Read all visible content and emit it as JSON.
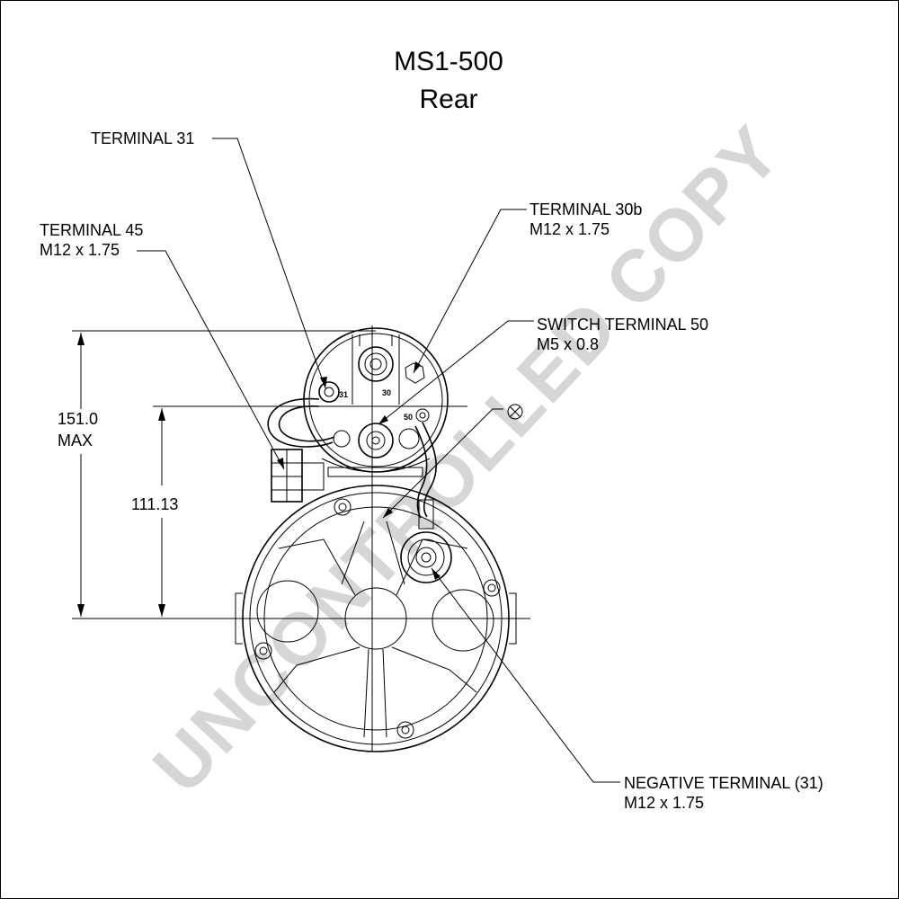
{
  "title": {
    "model": "MS1-500",
    "view": "Rear"
  },
  "watermark": "UNCONTROLLED COPY",
  "callouts": {
    "terminal_31": {
      "line1": "TERMINAL 31"
    },
    "terminal_45": {
      "line1": "TERMINAL 45",
      "line2": "M12 x 1.75"
    },
    "terminal_30b": {
      "line1": "TERMINAL 30b",
      "line2": "M12 x 1.75"
    },
    "switch_terminal_50": {
      "line1": "SWITCH TERMINAL 50",
      "line2": "M5 x 0.8"
    },
    "negative_terminal": {
      "line1": "NEGATIVE TERMINAL (31)",
      "line2": "M12 x 1.75"
    }
  },
  "dimensions": {
    "overall": {
      "value": "151.0",
      "qualifier": "MAX"
    },
    "centerline": {
      "value": "111.13"
    }
  },
  "part_marks": {
    "mark_31": "31",
    "mark_30": "30",
    "mark_50": "50"
  },
  "colors": {
    "line": "#000000",
    "watermark": "#d6d6d6",
    "background": "#ffffff"
  }
}
